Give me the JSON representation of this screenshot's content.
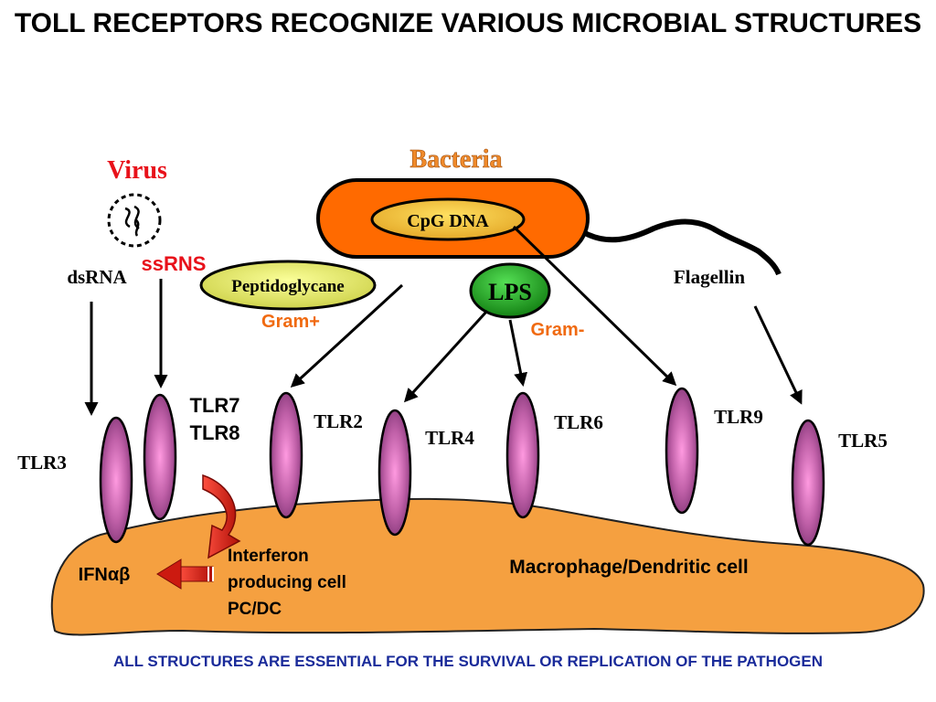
{
  "title": "TOLL RECEPTORS RECOGNIZE VARIOUS MICROBIAL STRUCTURES",
  "footer": "ALL STRUCTURES ARE ESSENTIAL FOR THE SURVIVAL OR REPLICATION OF THE PATHOGEN",
  "labels": {
    "virus": "Virus",
    "bacteria": "Bacteria",
    "cpg_dna": "CpG DNA",
    "lps": "LPS",
    "peptidoglycane": "Peptidoglycane",
    "gram_plus": "Gram+",
    "gram_minus": "Gram-",
    "flagellin": "Flagellin",
    "dsrna": "dsRNA",
    "ssrns": "ssRNS",
    "tlr3": "TLR3",
    "tlr7": "TLR7",
    "tlr8": "TLR8",
    "tlr2": "TLR2",
    "tlr4": "TLR4",
    "tlr6": "TLR6",
    "tlr9": "TLR9",
    "tlr5": "TLR5",
    "ifn": "IFNαβ",
    "ipc_line1": "Interferon",
    "ipc_line2": "producing cell",
    "ipc_line3": "PC/DC",
    "macrophage": "Macrophage/Dendritic cell"
  },
  "colors": {
    "virus_label": "#e8111a",
    "bacteria_label": "#f08a2a",
    "gram_label": "#f06a10",
    "cell_fill": "#f5a040",
    "bacterium_fill": "#ff6a00",
    "receptor_fill": "#d070b0",
    "lps_fill": "#1fa51f",
    "peptidoglycane_fill": "#e8ee6a",
    "arrow_red": "#cc1a10",
    "footer_text": "#1a2b9a"
  }
}
